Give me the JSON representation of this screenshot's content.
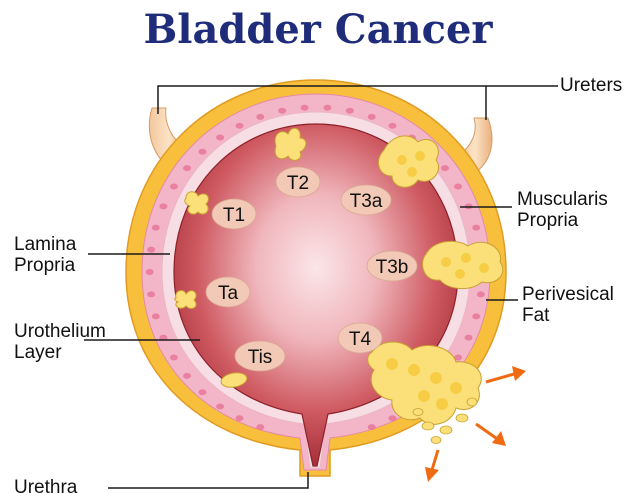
{
  "title": "Bladder Cancer",
  "colors": {
    "title": "#1f2c7a",
    "fat": "#f7bf3c",
    "muscularis": "#f3b6c8",
    "lamina": "#f7dde4",
    "cavity": "#b4353c",
    "tumor": "#fbe07a",
    "badge": "#f1c9b6",
    "arrow": "#f06a12",
    "leader": "#1a1a1a"
  },
  "labels": {
    "ureters": "Ureters",
    "muscularis_line1": "Muscularis",
    "muscularis_line2": "Propria",
    "perivesical_line1": "Perivesical",
    "perivesical_line2": "Fat",
    "lamina_line1": "Lamina",
    "lamina_line2": "Propria",
    "urothelium_line1": "Urothelium",
    "urothelium_line2": "Layer",
    "urethra": "Urethra"
  },
  "stages": {
    "t2": "T2",
    "t3a": "T3a",
    "t1": "T1",
    "t3b": "T3b",
    "ta": "Ta",
    "t4": "T4",
    "tis": "Tis"
  }
}
